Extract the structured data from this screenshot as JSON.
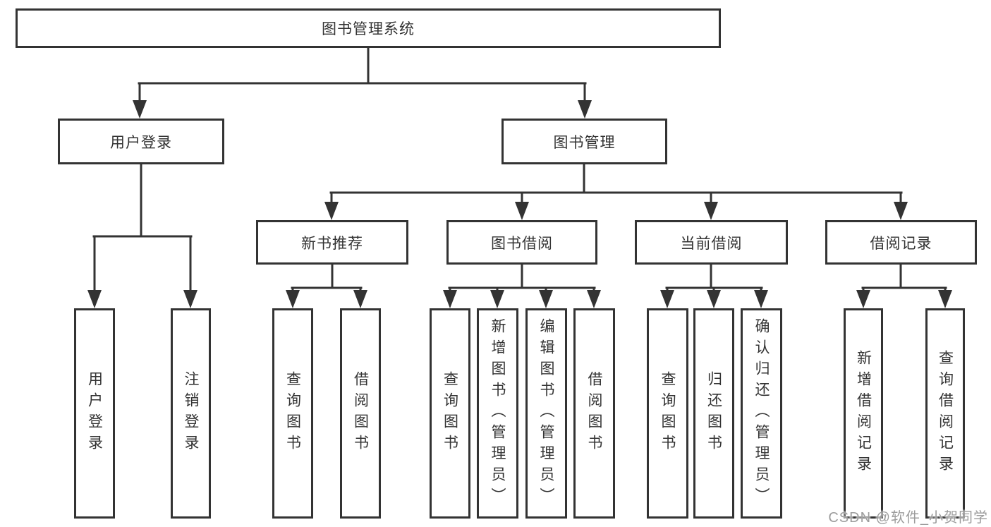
{
  "diagram": {
    "root": {
      "label": "图书管理系统"
    },
    "branches": [
      {
        "label": "用户登录",
        "children": [
          {
            "label": "用户登录"
          },
          {
            "label": "注销登录"
          }
        ]
      },
      {
        "label": "图书管理",
        "children": [
          {
            "label": "新书推荐",
            "children": [
              {
                "label": "查询图书"
              },
              {
                "label": "借阅图书"
              }
            ]
          },
          {
            "label": "图书借阅",
            "children": [
              {
                "label": "查询图书"
              },
              {
                "label": "新增图书（管理员）"
              },
              {
                "label": "编辑图书（管理员）"
              },
              {
                "label": "借阅图书"
              }
            ]
          },
          {
            "label": "当前借阅",
            "children": [
              {
                "label": "查询图书"
              },
              {
                "label": "归还图书"
              },
              {
                "label": "确认归还（管理员）"
              }
            ]
          },
          {
            "label": "借阅记录",
            "children": [
              {
                "label": "新增借阅记录"
              },
              {
                "label": "查询借阅记录"
              }
            ]
          }
        ]
      }
    ]
  },
  "watermark": {
    "text": "CSDN @软件_小贺同学"
  },
  "colors": {
    "line": "#333333",
    "box_border": "#333333",
    "text": "#333333",
    "watermark_text": "#9c9c9c",
    "background": "#ffffff"
  }
}
